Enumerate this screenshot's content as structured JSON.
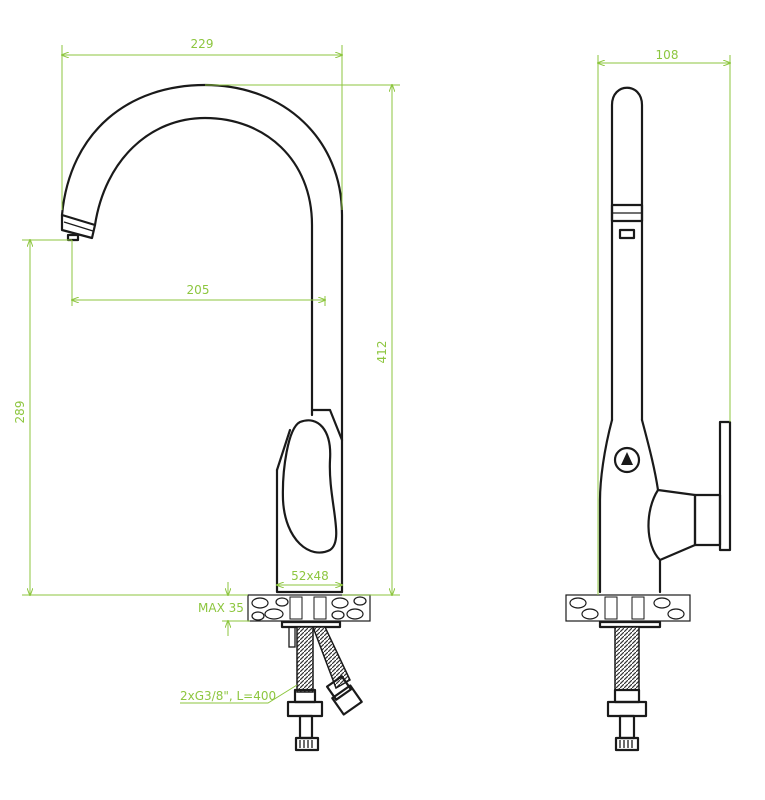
{
  "dimensions": {
    "width_total": "229",
    "spout_reach": "205",
    "height_total": "412",
    "spout_height": "289",
    "base_size": "52x48",
    "max_counter": "MAX 35",
    "hoses": "2xG3/8\", L=400",
    "side_depth": "108"
  },
  "colors": {
    "dimension": "#8dc63f",
    "outline": "#1a1a1a"
  }
}
